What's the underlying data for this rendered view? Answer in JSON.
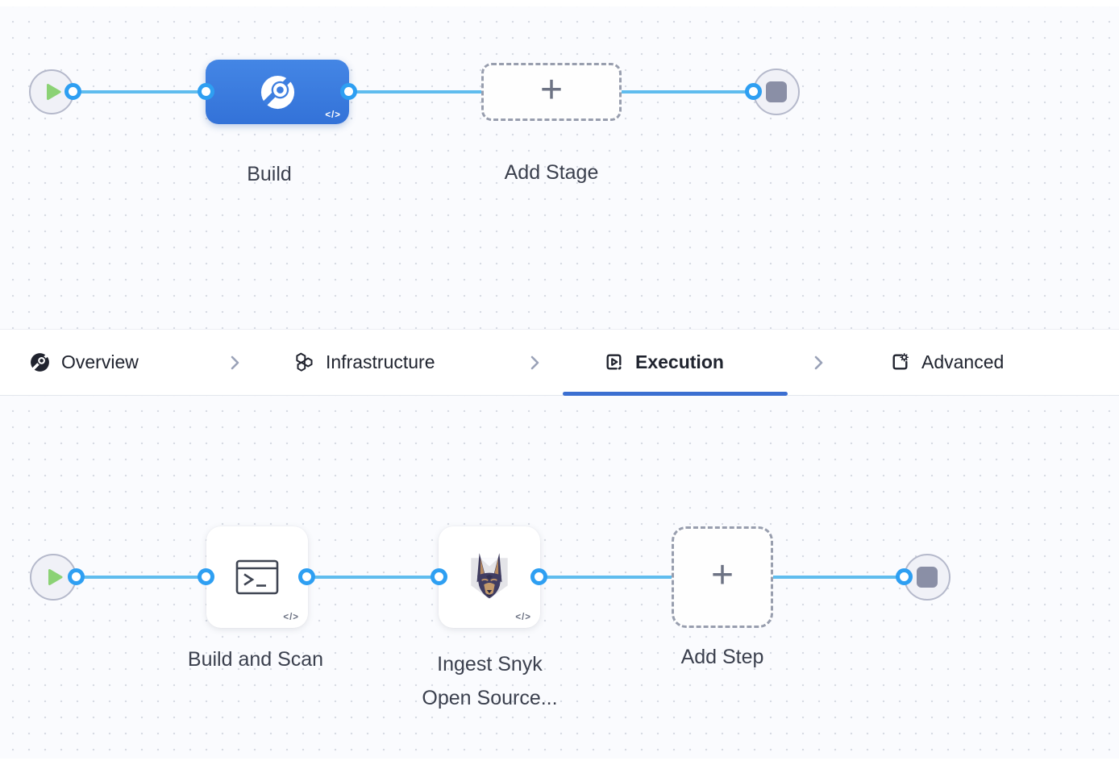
{
  "colors": {
    "edge_blue": "#5FBCEE",
    "connector_blue": "#2E9FF2",
    "stage_node_blue": "#3D7EE0",
    "active_tab_underline": "#3B6FD1",
    "play_green": "#8BD275",
    "stop_square_gray": "#8A8FA6"
  },
  "stage_canvas": {
    "stage": {
      "label": "Build",
      "icon": "ci-build-icon",
      "code_badge": "</>"
    },
    "add_stage": {
      "label": "Add Stage",
      "plus": "+"
    }
  },
  "tab_bar": {
    "tabs": [
      {
        "label": "Overview",
        "icon": "overview-pie-icon",
        "active": false
      },
      {
        "label": "Infrastructure",
        "icon": "infrastructure-hexagons-icon",
        "active": false
      },
      {
        "label": "Execution",
        "icon": "execution-play-icon",
        "active": true
      },
      {
        "label": "Advanced",
        "icon": "advanced-settings-icon",
        "active": false
      }
    ]
  },
  "step_canvas": {
    "steps": [
      {
        "label": "Build and Scan",
        "icon": "run-terminal-icon",
        "code_badge": "</>"
      },
      {
        "label_line1": "Ingest Snyk",
        "label_line2": "Open Source...",
        "icon": "snyk-doberman-icon",
        "code_badge": "</>"
      }
    ],
    "add_step": {
      "label": "Add Step",
      "plus": "+"
    }
  }
}
